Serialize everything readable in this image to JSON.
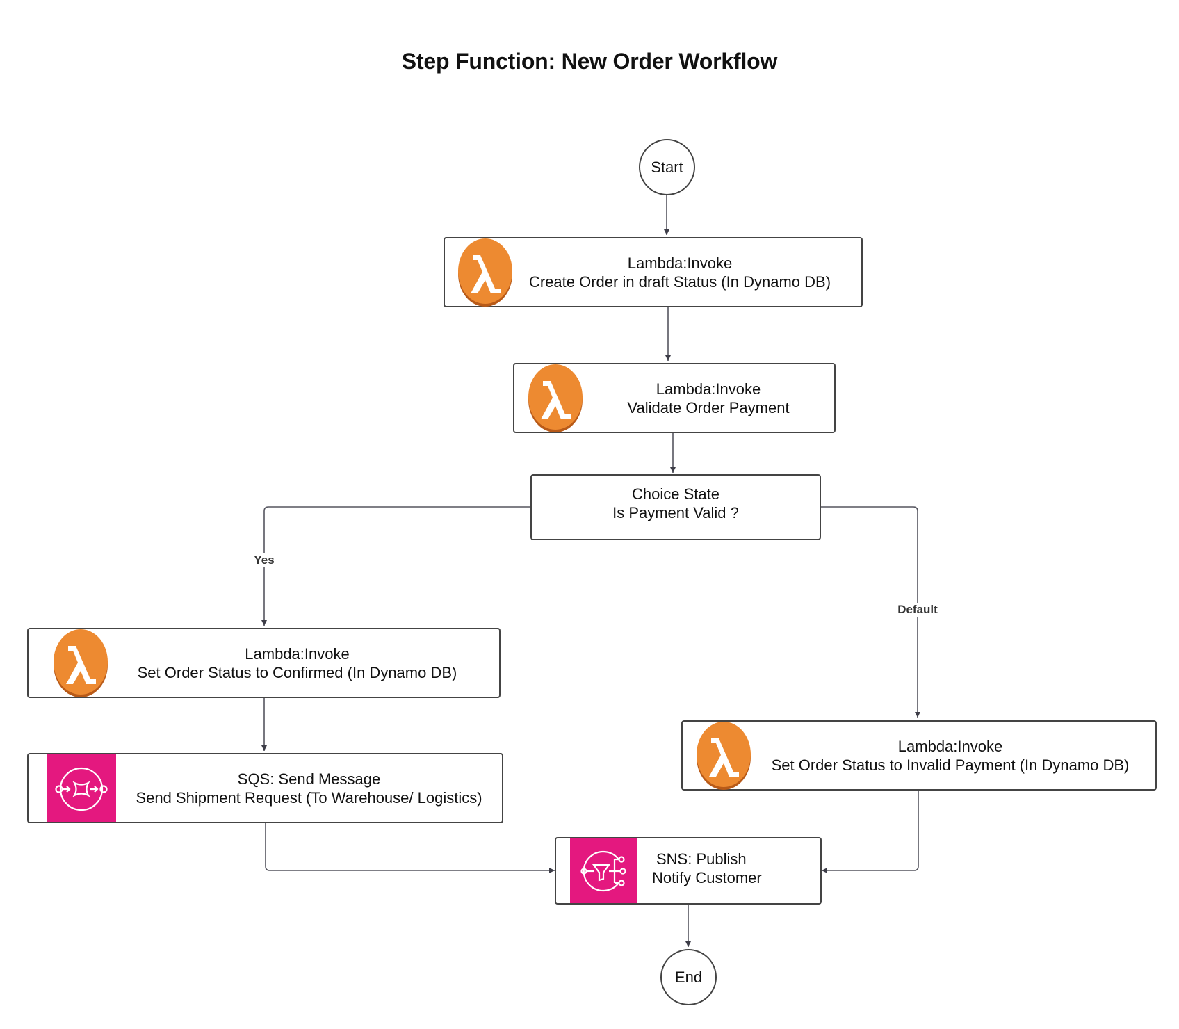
{
  "title": "Step Function: New Order Workflow",
  "colors": {
    "lambda_orange": "#ed8a31",
    "lambda_shadow": "#b85a18",
    "messaging_pink": "#e4187f",
    "border": "#444444"
  },
  "nodes": {
    "start": {
      "label": "Start"
    },
    "create_order": {
      "type": "Lambda:Invoke",
      "description": "Create Order in draft Status (In Dynamo DB)",
      "icon": "lambda-icon"
    },
    "validate_payment": {
      "type": "Lambda:Invoke",
      "description": "Validate Order Payment",
      "icon": "lambda-icon"
    },
    "choice": {
      "type": "Choice State",
      "description": "Is Payment Valid ?"
    },
    "confirm_order": {
      "type": "Lambda:Invoke",
      "description": "Set Order Status to Confirmed (In Dynamo DB)",
      "icon": "lambda-icon"
    },
    "send_shipment": {
      "type": "SQS: Send Message",
      "description": "Send Shipment Request (To Warehouse/ Logistics)",
      "icon": "sqs-queue-icon"
    },
    "invalid_payment": {
      "type": "Lambda:Invoke",
      "description": "Set Order Status to Invalid Payment (In Dynamo DB)",
      "icon": "lambda-icon"
    },
    "notify_customer": {
      "type": "SNS: Publish",
      "description": "Notify Customer",
      "icon": "sns-topic-icon"
    },
    "end": {
      "label": "End"
    }
  },
  "edges": {
    "yes_label": "Yes",
    "default_label": "Default"
  }
}
